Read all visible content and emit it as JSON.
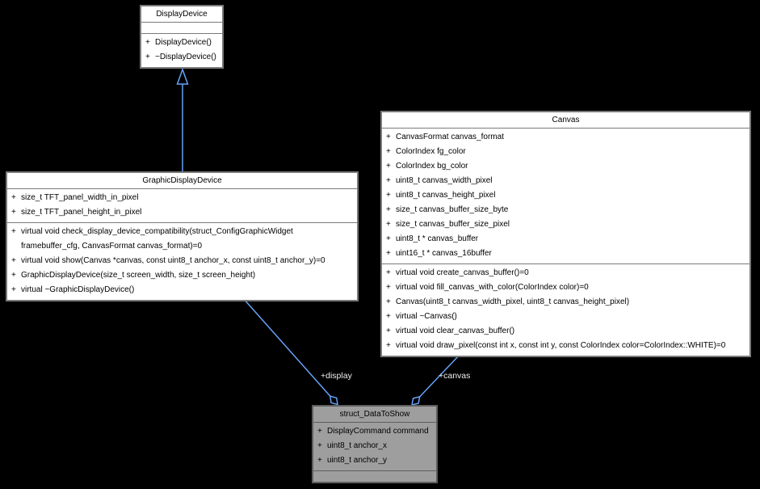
{
  "diagram": {
    "plus_prefix": "+",
    "colors": {
      "background": "#000000",
      "box_fill": "#ffffff",
      "box_border": "#7a7a7a",
      "box_text": "#000000",
      "struct_fill": "#9e9e9e",
      "struct_border": "#5e5e5e",
      "edge": "#66a2f8",
      "edge_label_text": "#f0f0f0"
    },
    "classes": {
      "display_device": {
        "title": "DisplayDevice",
        "attributes": [],
        "methods": [
          "DisplayDevice()",
          "~DisplayDevice()"
        ]
      },
      "graphic_display_device": {
        "title": "GraphicDisplayDevice",
        "attributes": [
          "size_t TFT_panel_width_in_pixel",
          "size_t TFT_panel_height_in_pixel"
        ],
        "methods": [
          "virtual void check_display_device_compatibility(struct_ConfigGraphicWidget framebuffer_cfg, CanvasFormat canvas_format)=0",
          "virtual void show(Canvas *canvas, const uint8_t anchor_x, const uint8_t anchor_y)=0",
          "GraphicDisplayDevice(size_t screen_width, size_t screen_height)",
          "virtual ~GraphicDisplayDevice()"
        ]
      },
      "canvas": {
        "title": "Canvas",
        "attributes": [
          "CanvasFormat canvas_format",
          "ColorIndex fg_color",
          "ColorIndex bg_color",
          "uint8_t canvas_width_pixel",
          "uint8_t canvas_height_pixel",
          "size_t canvas_buffer_size_byte",
          "size_t canvas_buffer_size_pixel",
          "uint8_t * canvas_buffer",
          "uint16_t * canvas_16buffer"
        ],
        "methods": [
          "virtual void create_canvas_buffer()=0",
          "virtual void fill_canvas_with_color(ColorIndex color)=0",
          "Canvas(uint8_t canvas_width_pixel, uint8_t canvas_height_pixel)",
          "virtual ~Canvas()",
          "virtual void clear_canvas_buffer()",
          "virtual void draw_pixel(const int x, const int y, const ColorIndex color=ColorIndex::WHITE)=0"
        ]
      },
      "data_to_show": {
        "title": "struct_DataToShow",
        "attributes": [
          "DisplayCommand command",
          "uint8_t anchor_x",
          "uint8_t anchor_y"
        ],
        "methods": []
      }
    },
    "edges": {
      "inheritance": {
        "type": "inheritance",
        "from": "GraphicDisplayDevice",
        "to": "DisplayDevice"
      },
      "display": {
        "type": "aggregation",
        "label": "+display",
        "from": "struct_DataToShow",
        "to": "GraphicDisplayDevice"
      },
      "canvas": {
        "type": "aggregation",
        "label": "+canvas",
        "from": "struct_DataToShow",
        "to": "Canvas"
      }
    }
  }
}
